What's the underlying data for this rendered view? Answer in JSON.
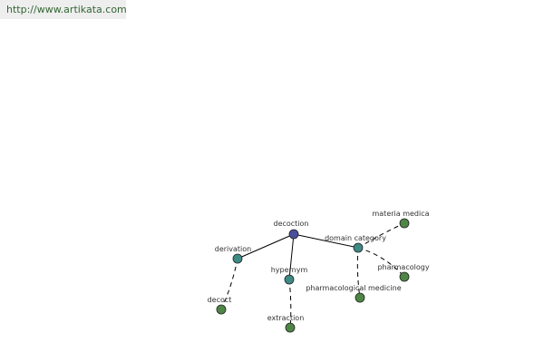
{
  "site_url": "http://www.artikata.com",
  "graph": {
    "colors": {
      "root": "#4a4f9c",
      "relation": "#3e8a84",
      "leaf": "#4e8646"
    },
    "nodes": [
      {
        "id": "decoction",
        "label": "decoction",
        "kind": "root"
      },
      {
        "id": "derivation",
        "label": "derivation",
        "kind": "relation"
      },
      {
        "id": "hypernym",
        "label": "hypernym",
        "kind": "relation"
      },
      {
        "id": "domain-category",
        "label": "domain category",
        "kind": "relation"
      },
      {
        "id": "decoct",
        "label": "decoct",
        "kind": "leaf"
      },
      {
        "id": "extraction",
        "label": "extraction",
        "kind": "leaf"
      },
      {
        "id": "materia-medica",
        "label": "materia medica",
        "kind": "leaf"
      },
      {
        "id": "pharmacology",
        "label": "pharmacology",
        "kind": "leaf"
      },
      {
        "id": "pharmacological-medicine",
        "label": "pharmacological medicine",
        "kind": "leaf"
      }
    ],
    "edges": [
      {
        "from": "decoction",
        "to": "derivation",
        "style": "solid"
      },
      {
        "from": "decoction",
        "to": "hypernym",
        "style": "solid"
      },
      {
        "from": "decoction",
        "to": "domain-category",
        "style": "solid"
      },
      {
        "from": "derivation",
        "to": "decoct",
        "style": "dashed"
      },
      {
        "from": "hypernym",
        "to": "extraction",
        "style": "dashed"
      },
      {
        "from": "domain-category",
        "to": "materia-medica",
        "style": "dashed"
      },
      {
        "from": "domain-category",
        "to": "pharmacology",
        "style": "dashed"
      },
      {
        "from": "domain-category",
        "to": "pharmacological-medicine",
        "style": "dashed"
      }
    ]
  }
}
